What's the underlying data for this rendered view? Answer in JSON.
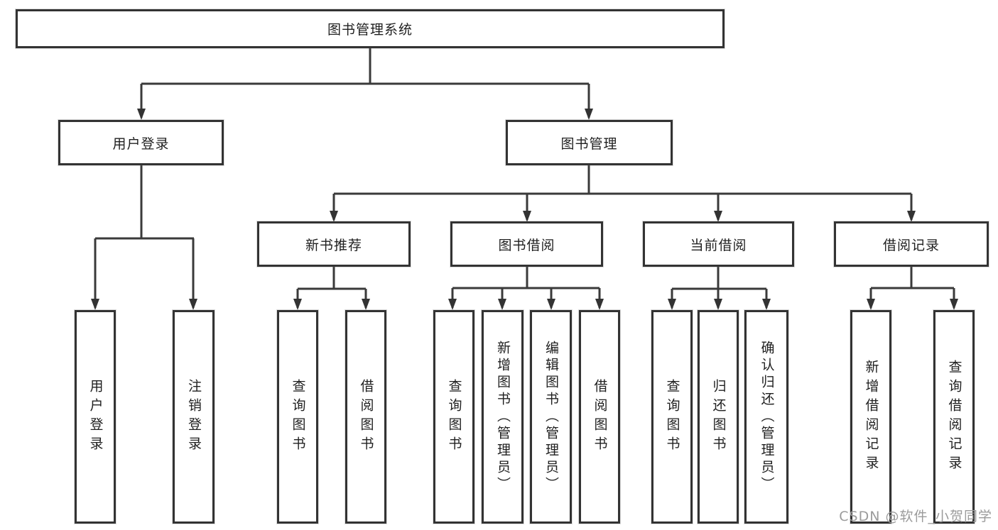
{
  "diagram": {
    "title": "图书管理系统",
    "root": {
      "label": "图书管理系统"
    },
    "level2": [
      {
        "label": "用户登录"
      },
      {
        "label": "图书管理"
      }
    ],
    "level3": [
      {
        "label": "新书推荐"
      },
      {
        "label": "图书借阅"
      },
      {
        "label": "当前借阅"
      },
      {
        "label": "借阅记录"
      }
    ],
    "leaves": [
      {
        "label": "用户登录",
        "parent": "用户登录"
      },
      {
        "label": "注销登录",
        "parent": "用户登录"
      },
      {
        "label": "查询图书",
        "parent": "新书推荐"
      },
      {
        "label": "借阅图书",
        "parent": "新书推荐"
      },
      {
        "label": "查询图书",
        "parent": "图书借阅"
      },
      {
        "label": "新增图书（管理员）",
        "parent": "图书借阅"
      },
      {
        "label": "编辑图书（管理员）",
        "parent": "图书借阅"
      },
      {
        "label": "借阅图书",
        "parent": "图书借阅"
      },
      {
        "label": "查询图书",
        "parent": "当前借阅"
      },
      {
        "label": "归还图书",
        "parent": "当前借阅"
      },
      {
        "label": "确认归还（管理员）",
        "parent": "当前借阅"
      },
      {
        "label": "新增借阅记录",
        "parent": "借阅记录"
      },
      {
        "label": "查询借阅记录",
        "parent": "借阅记录"
      }
    ],
    "watermark": "CSDN @软件_小贺同学",
    "colors": {
      "background": "#ffffff",
      "box_border": "#333333",
      "line": "#3a3a3a",
      "text": "#1f1f1f",
      "watermark": "#9b9b9b"
    }
  }
}
